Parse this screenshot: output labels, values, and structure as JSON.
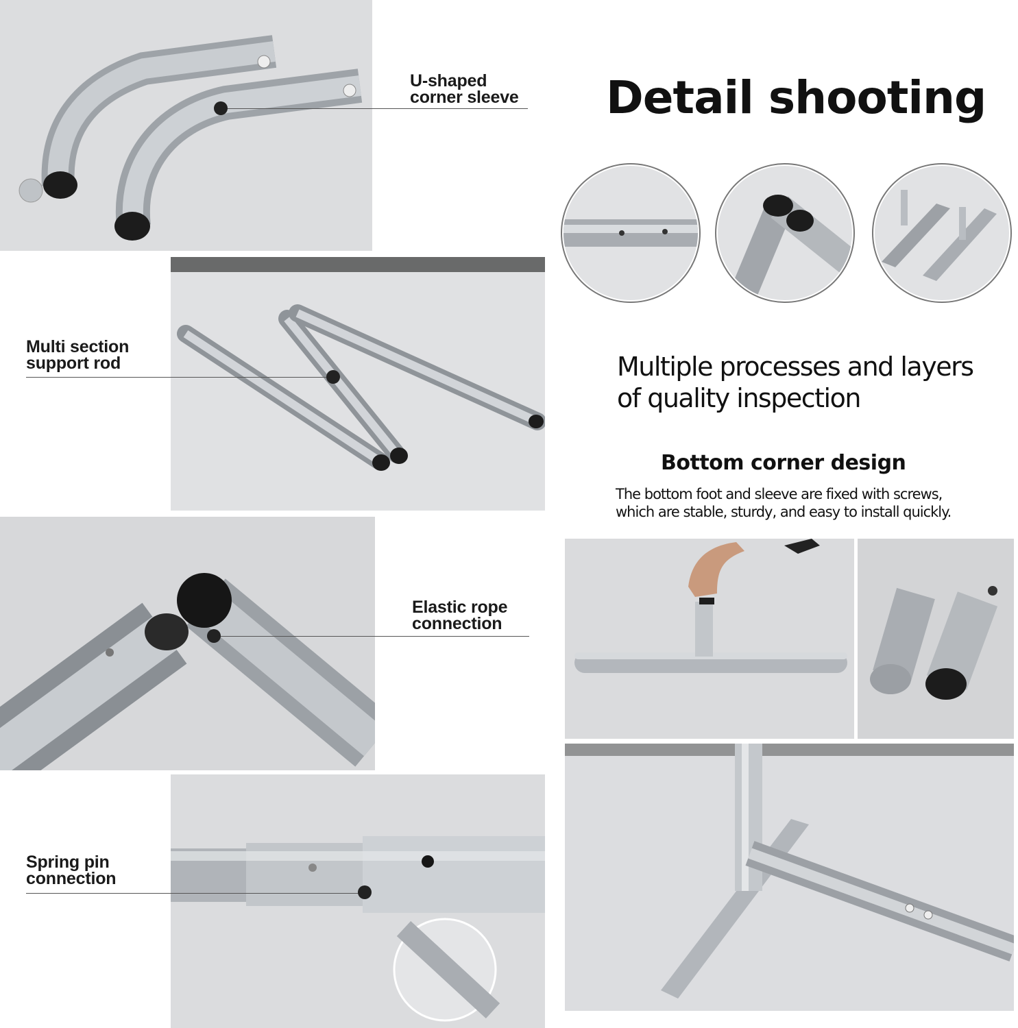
{
  "heading": {
    "title": "Detail shooting",
    "subtitle_lines": [
      "Multiple processes and layers",
      "of quality inspection"
    ]
  },
  "callouts": [
    {
      "lines": [
        "U-shaped",
        "corner sleeve"
      ]
    },
    {
      "lines": [
        "Multi section",
        "support rod"
      ]
    },
    {
      "lines": [
        "Elastic rope",
        "connection"
      ]
    },
    {
      "lines": [
        "Spring pin",
        "connection"
      ]
    }
  ],
  "bottom_corner": {
    "title": "Bottom corner design",
    "description_lines": [
      "The bottom foot and sleeve are fixed with screws,",
      "which are stable, sturdy, and easy to install quickly."
    ]
  },
  "colors": {
    "background": "#ffffff",
    "photo_background": "#d9dadc",
    "aluminum": "#b8bcc1",
    "text": "#111111"
  }
}
